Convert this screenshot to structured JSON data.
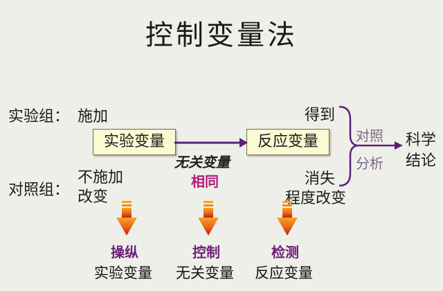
{
  "title": "控制变量法",
  "left": {
    "experimental_group": "实验组：",
    "apply": "施加",
    "control_group": "对照组：",
    "no_apply": "不施加",
    "change": "改变"
  },
  "boxes": {
    "independent": "实验变量",
    "response": "反应变量"
  },
  "middle": {
    "irrelevant": "无关变量",
    "same": "相同"
  },
  "right": {
    "obtain": "得到",
    "disappear": "消失",
    "degree_change": "程度改变",
    "compare": "对照",
    "analyze": "分析",
    "science": "科学",
    "conclusion": "结论"
  },
  "operations": [
    {
      "verb": "操纵",
      "object": "实验变量"
    },
    {
      "verb": "控制",
      "object": "无关变量"
    },
    {
      "verb": "检测",
      "object": "反应变量"
    }
  ],
  "colors": {
    "background": "#efefe9",
    "box_fill": "#fbfbd2",
    "arrow_purple": "#5a1f7a",
    "highlight_magenta": "#b0197a",
    "arrow_orange": "#e8641a",
    "arrow_red": "#c4180c"
  }
}
